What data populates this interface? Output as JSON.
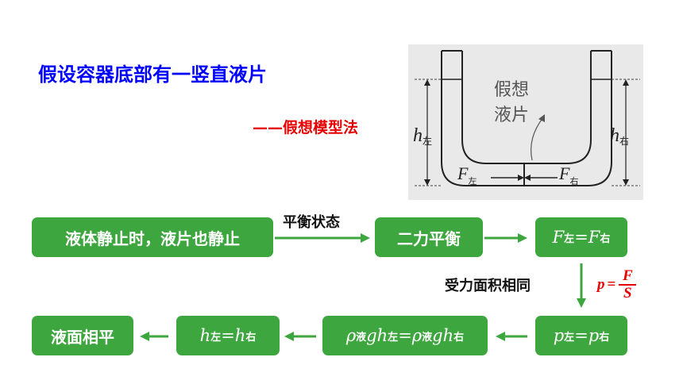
{
  "title": "假设容器底部有一竖直液片",
  "method": "——假想模型法",
  "figure": {
    "left_height": "h",
    "left_height_sub": "左",
    "right_height": "h",
    "right_height_sub": "右",
    "caption_line1": "假想",
    "caption_line2": "液片",
    "force_left": "F",
    "force_left_sub": "左",
    "force_right": "F",
    "force_right_sub": "右"
  },
  "flow": {
    "box1": "液体静止时，液片也静止",
    "label1": "平衡状态",
    "box2": "二力平衡",
    "box3": {
      "a": "F",
      "a_sub": "左",
      "eq": "=",
      "b": "F",
      "b_sub": "右"
    },
    "label2": "受力面积相同",
    "formula": {
      "lhs": "p",
      "eq": "=",
      "num": "F",
      "den": "S"
    },
    "box4": {
      "a": "p",
      "a_sub": "左",
      "eq": "=",
      "b": "p",
      "b_sub": "右"
    },
    "box5": {
      "rho": "ρ",
      "rho_sub1": "液",
      "g": "g",
      "h": "h",
      "h_sub1": "左",
      "eq": "=",
      "rho_sub2": "液",
      "h_sub2": "右"
    },
    "box6": {
      "a": "h",
      "a_sub": "左",
      "eq": "=",
      "b": "h",
      "b_sub": "右"
    },
    "box7": "液面相平"
  },
  "colors": {
    "box": "#3ea63f",
    "title": "#0000ff",
    "accent": "#e60000",
    "figure_bg": "#e9e9e9"
  }
}
